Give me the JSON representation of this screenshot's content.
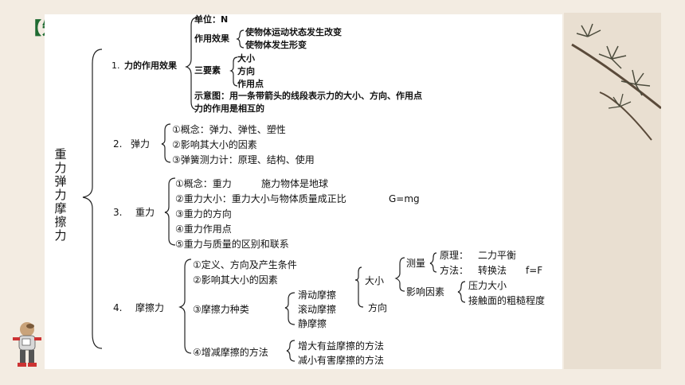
{
  "heading": "【知识网络】",
  "vertical_title": "重力 弹力 摩擦力",
  "s1": {
    "num": "1.",
    "title": "力的作用效果",
    "unit": "单位：N",
    "effect_label": "作用效果",
    "effect_1": "使物体运动状态发生改变",
    "effect_2": "使物体发生形变",
    "three_label": "三要素",
    "three_1": "大小",
    "three_2": "方向",
    "three_3": "作用点",
    "diagram": "示意图：用一条带箭头的线段表示力的大小、方向、作用点",
    "mutual": "力的作用是相互的"
  },
  "s2": {
    "num": "2.",
    "title": "弹力",
    "i1": "①概念：弹力、弹性、塑性",
    "i2": "②影响其大小的因素",
    "i3": "③弹簧测力计：原理、结构、使用"
  },
  "s3": {
    "num": "3.",
    "title": "重力",
    "i1": "①概念：重力",
    "i1b": "施力物体是地球",
    "i2": "②重力大小：重力大小与物体质量成正比",
    "i2b": "G=mg",
    "i3": "③重力的方向",
    "i4": "④重力作用点",
    "i5": "⑤重力与质量的区别和联系"
  },
  "s4": {
    "num": "4.",
    "title": "摩擦力",
    "i1": "①定义、方向及产生条件",
    "i2": "②影响其大小的因素",
    "i3": "③摩擦力种类",
    "t1": "滑动摩擦",
    "t2": "滚动摩擦",
    "t3": "静摩擦",
    "i4": "④增减摩擦的方法",
    "m1": "增大有益摩擦的方法",
    "m2": "减小有害摩擦的方法",
    "size": "大小",
    "direction": "方向",
    "measure": "测量",
    "principle": "原理：",
    "principle_v": "二力平衡",
    "method": "方法：",
    "method_v": "转换法",
    "method_eq": "f=F",
    "factor": "影响因素",
    "f1": "压力大小",
    "f2": "接触面的粗糙程度"
  }
}
